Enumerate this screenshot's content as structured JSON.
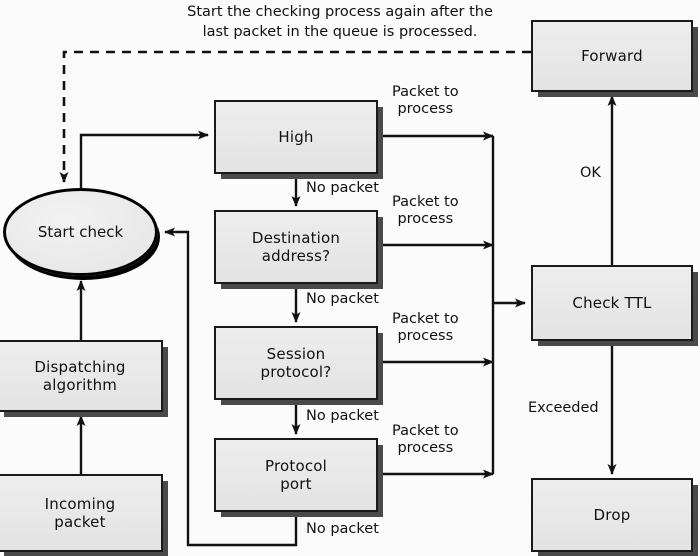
{
  "diagram": {
    "title_caption": {
      "line1": "Start the checking process again after the",
      "line2": "last packet in the queue is processed."
    },
    "nodes": [
      {
        "id": "start-check",
        "label": "Start check",
        "shape": "ellipse"
      },
      {
        "id": "dispatching-algorithm",
        "label_line1": "Dispatching",
        "label_line2": "algorithm",
        "shape": "box"
      },
      {
        "id": "incoming-packet",
        "label_line1": "Incoming",
        "label_line2": "packet",
        "shape": "box"
      },
      {
        "id": "high",
        "label": "High",
        "shape": "box"
      },
      {
        "id": "destination-address",
        "label_line1": "Destination",
        "label_line2": "address?",
        "shape": "box"
      },
      {
        "id": "session-protocol",
        "label_line1": "Session",
        "label_line2": "protocol?",
        "shape": "box"
      },
      {
        "id": "protocol-port",
        "label_line1": "Protocol",
        "label_line2": "port",
        "shape": "box"
      },
      {
        "id": "forward",
        "label": "Forward",
        "shape": "box"
      },
      {
        "id": "check-ttl",
        "label": "Check TTL",
        "shape": "box"
      },
      {
        "id": "drop",
        "label": "Drop",
        "shape": "box"
      }
    ],
    "edge_labels": {
      "packet_to_process_1": {
        "line1": "Packet to",
        "line2": "process"
      },
      "packet_to_process_2": {
        "line1": "Packet to",
        "line2": "process"
      },
      "packet_to_process_3": {
        "line1": "Packet to",
        "line2": "process"
      },
      "packet_to_process_4": {
        "line1": "Packet to",
        "line2": "process"
      },
      "no_packet_1": "No packet",
      "no_packet_2": "No packet",
      "no_packet_3": "No packet",
      "no_packet_4": "No packet",
      "ok": "OK",
      "exceeded": "Exceeded"
    },
    "colors": {
      "node_fill": "#e6e6e6",
      "node_border": "#1a1a1a",
      "node_shadow": "#4a4a4a",
      "line": "#111111",
      "background": "#fbfbfb",
      "text": "#111111"
    }
  }
}
